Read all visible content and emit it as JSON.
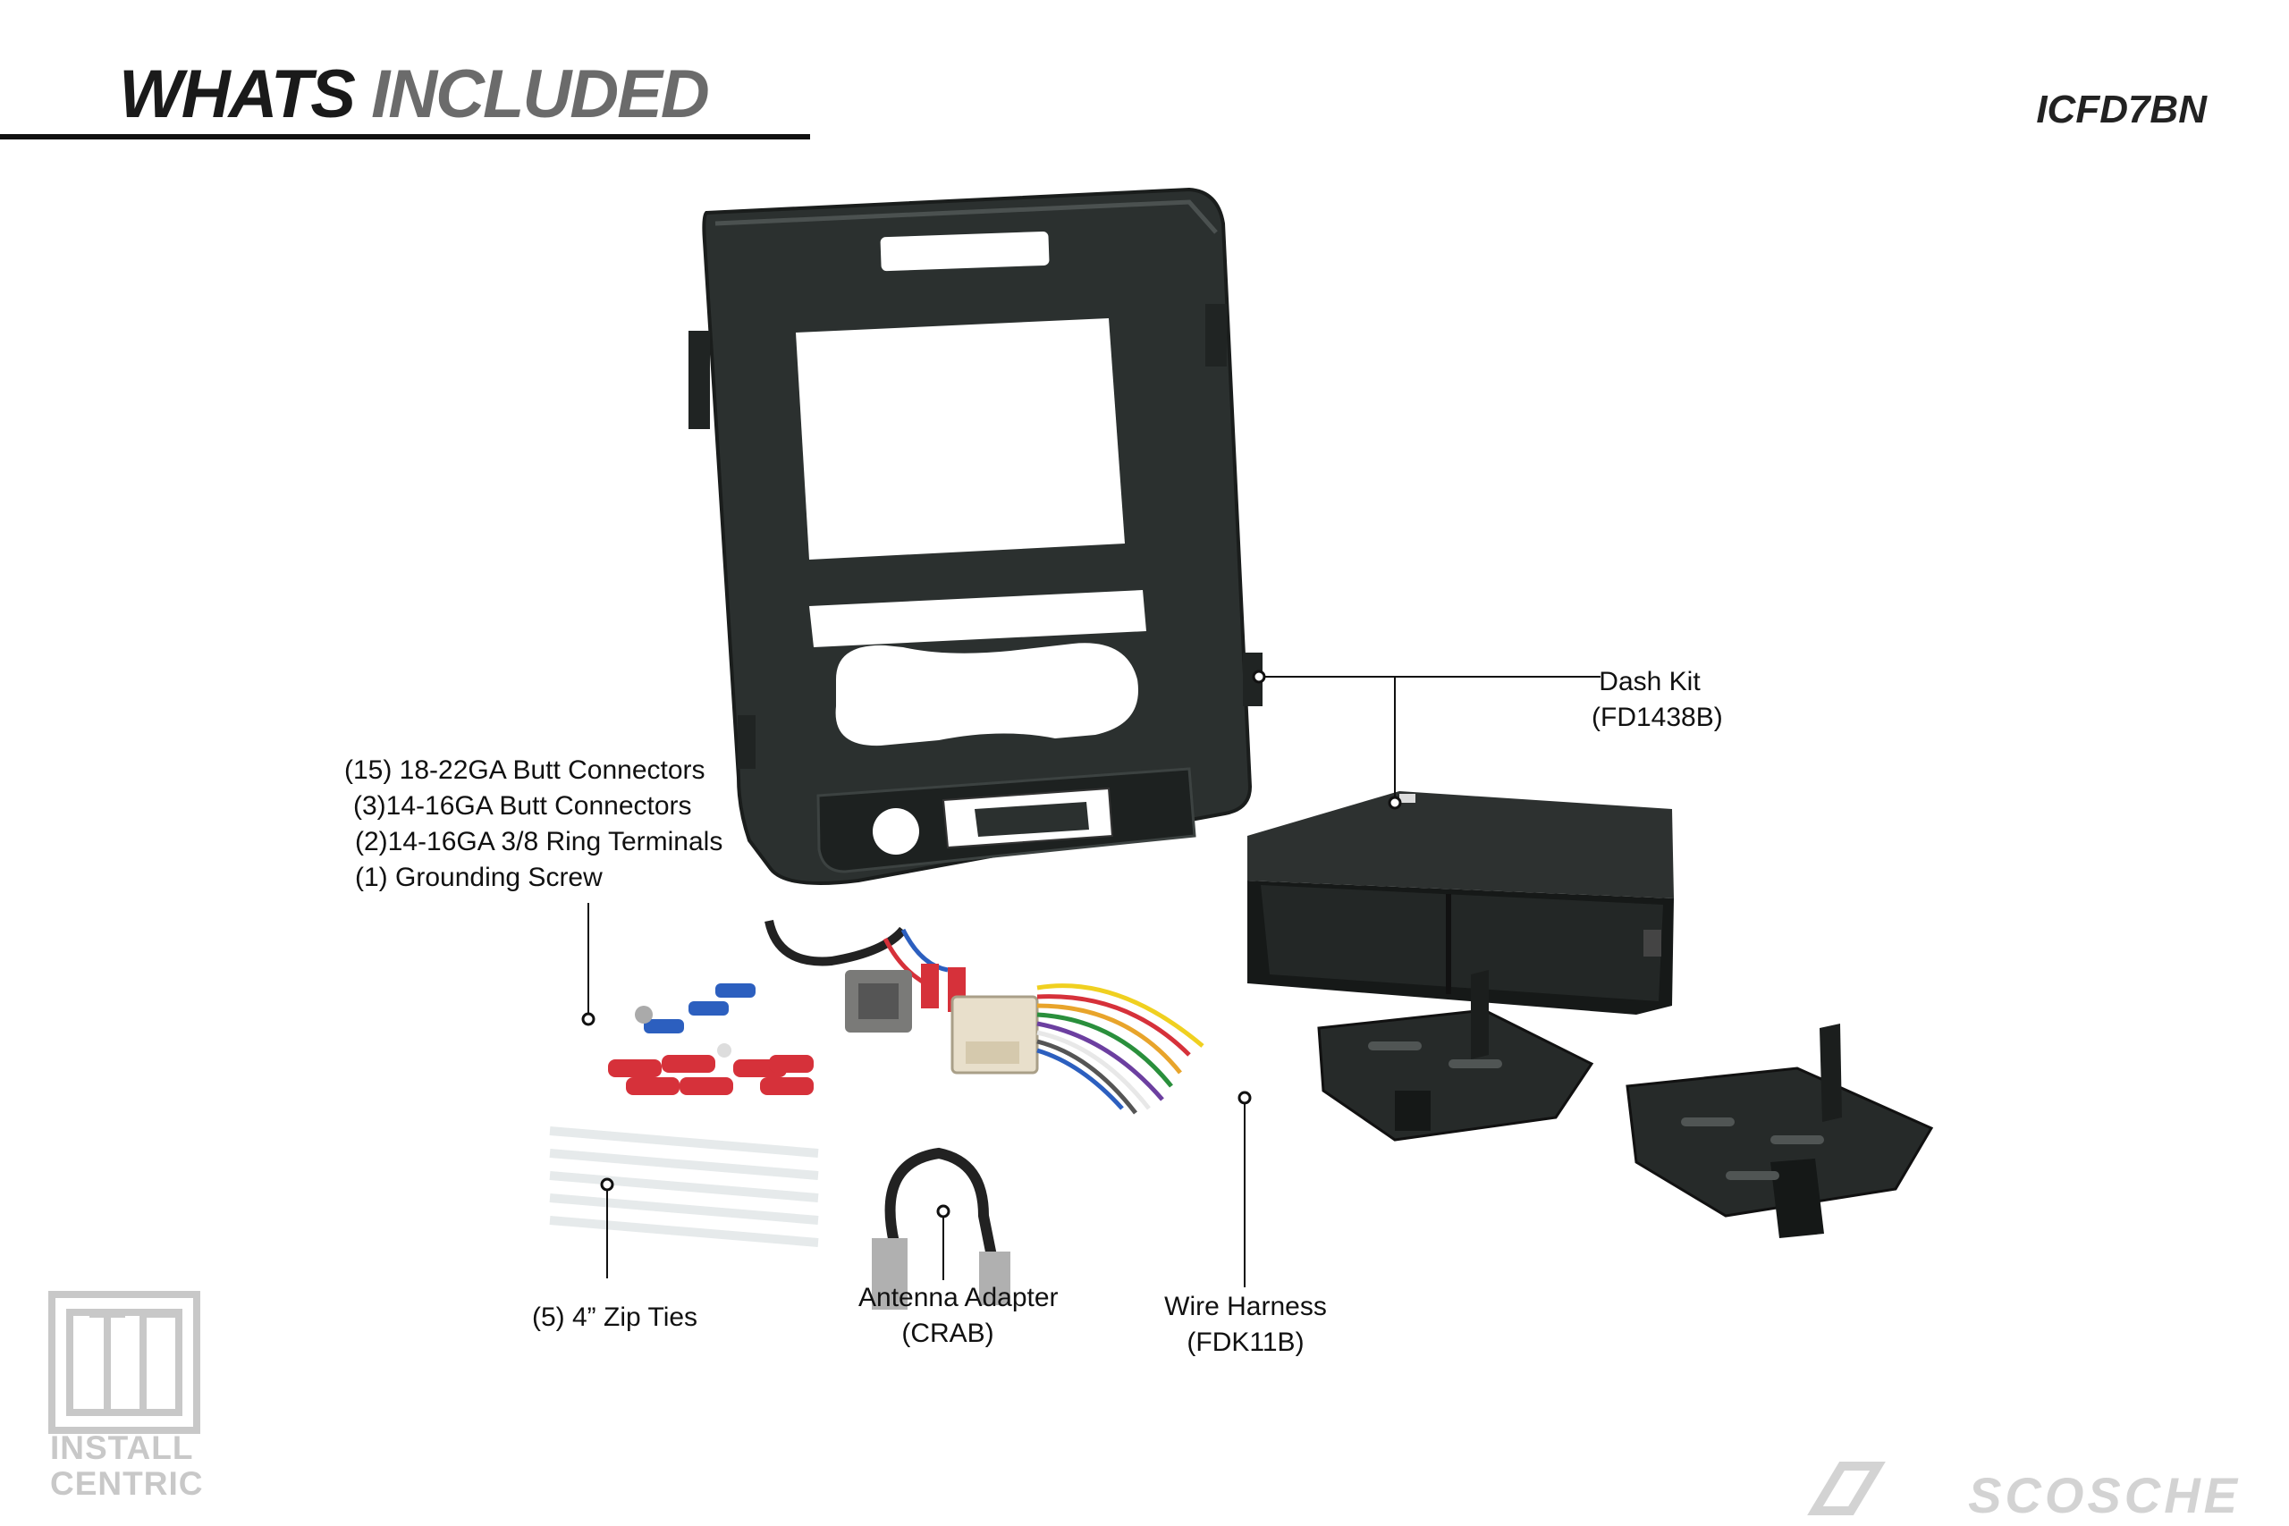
{
  "header": {
    "title_part1": "WHATS",
    "title_part2": "INCLUDED",
    "model": "ICFD7BN"
  },
  "callouts": {
    "dash_kit": {
      "name": "Dash Kit",
      "part": "(FD1438B)"
    },
    "connectors": [
      "(15) 18-22GA Butt Connectors",
      "(3)14-16GA Butt Connectors",
      "(2)14-16GA 3/8 Ring Terminals",
      "(1) Grounding Screw"
    ],
    "zip_ties": "(5) 4” Zip Ties",
    "antenna": {
      "name": "Antenna Adapter",
      "part": "(CRAB)"
    },
    "harness": {
      "name": "Wire Harness",
      "part": "(FDK11B)"
    }
  },
  "logos": {
    "install_centric_line1": "INSTALL",
    "install_centric_line2": "CENTRIC",
    "brand": "SCOSCHE"
  },
  "colors": {
    "panel": "#2a2f2e",
    "accent_red": "#d6313a",
    "accent_blue": "#2c5fbf",
    "logo_grey": "#c8c8c8"
  }
}
